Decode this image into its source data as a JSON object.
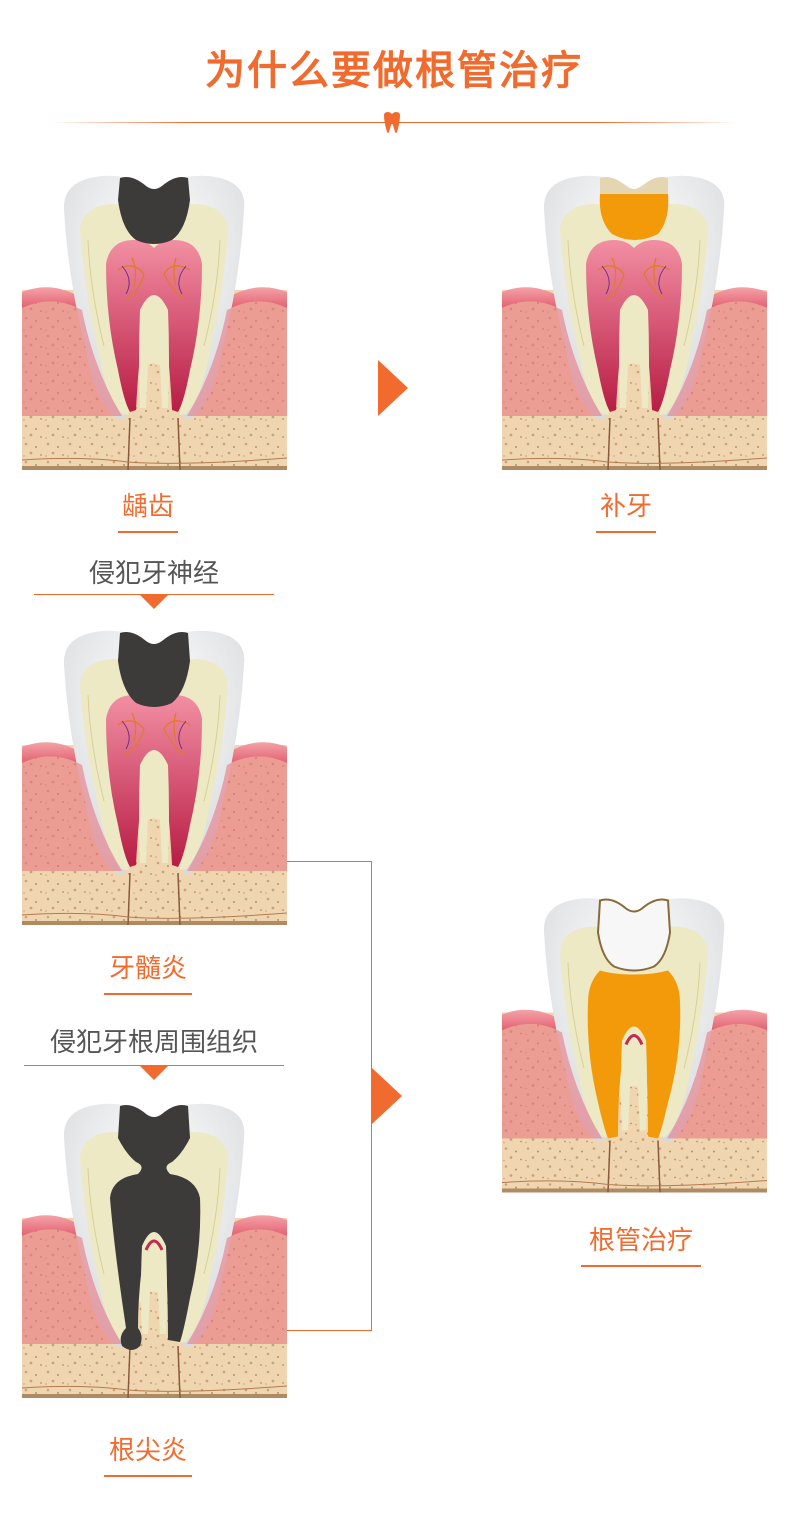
{
  "title": "为什么要做根管治疗",
  "labels": {
    "caries": "龋齿",
    "filling": "补牙",
    "pulpitis": "牙髓炎",
    "periapical": "根尖炎",
    "root_canal": "根管治疗"
  },
  "steps": {
    "nerve": "侵犯牙神经",
    "root_tissue": "侵犯牙根周围组织"
  },
  "colors": {
    "accent": "#f26b2e",
    "decay": "#3d3a3a",
    "filling": "#f39a0b",
    "gum": "#e8707e",
    "bone": "#f0d6b0",
    "pulp": "#c8284e",
    "dentin": "#ede9c4",
    "enamel": "#f7f7f7"
  },
  "icons": [
    "tooth-icon",
    "arrow-right-icon",
    "arrow-down-icon"
  ]
}
